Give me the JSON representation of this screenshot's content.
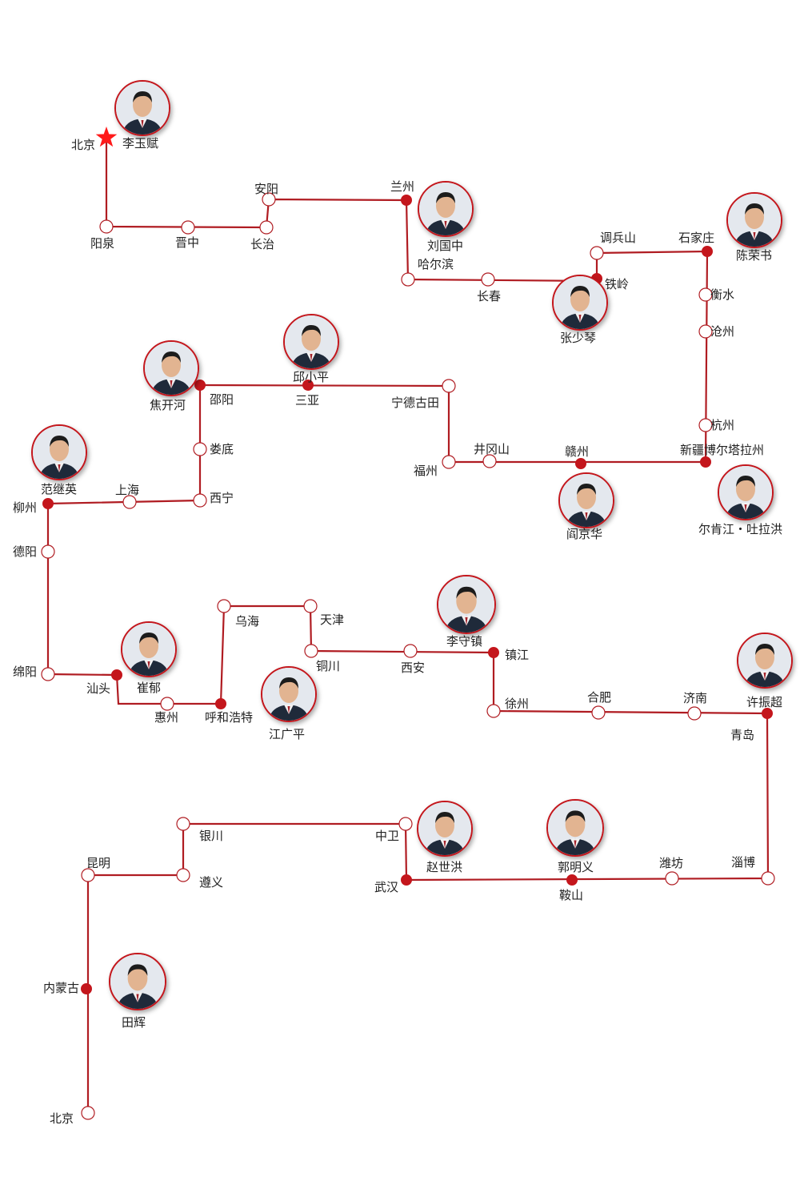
{
  "colors": {
    "route": "#b01c22",
    "major_dot": "#c4161c",
    "minor_fill": "#ffffff",
    "star": "#ff1a1a"
  },
  "start_marker": {
    "icon": "red-star-icon",
    "label": "北京"
  },
  "stations": [
    {
      "id": "beijing-start",
      "name": "北京",
      "major": true
    },
    {
      "id": "yangquan",
      "name": "阳泉",
      "major": false
    },
    {
      "id": "jinzhong",
      "name": "晋中",
      "major": false
    },
    {
      "id": "changzhi",
      "name": "长治",
      "major": false
    },
    {
      "id": "anyang",
      "name": "安阳",
      "major": false
    },
    {
      "id": "lanzhou",
      "name": "兰州",
      "major": true
    },
    {
      "id": "harbin",
      "name": "哈尔滨",
      "major": false
    },
    {
      "id": "changchun",
      "name": "长春",
      "major": false
    },
    {
      "id": "tieling",
      "name": "铁岭",
      "major": true
    },
    {
      "id": "diaobingshan",
      "name": "调兵山",
      "major": false
    },
    {
      "id": "shijiazhuang",
      "name": "石家庄",
      "major": true
    },
    {
      "id": "hengshui",
      "name": "衡水",
      "major": false
    },
    {
      "id": "cangzhou",
      "name": "沧州",
      "major": false
    },
    {
      "id": "hangzhou",
      "name": "杭州",
      "major": false
    },
    {
      "id": "xinjiang-bortala",
      "name": "新疆博尔塔拉州",
      "major": true
    },
    {
      "id": "ganzhou",
      "name": "赣州",
      "major": true
    },
    {
      "id": "jinggangshan",
      "name": "井冈山",
      "major": false
    },
    {
      "id": "fuzhou",
      "name": "福州",
      "major": false
    },
    {
      "id": "ningde-gutian",
      "name": "宁德古田",
      "major": false
    },
    {
      "id": "sanya",
      "name": "三亚",
      "major": true
    },
    {
      "id": "shaoyang",
      "name": "邵阳",
      "major": true
    },
    {
      "id": "loudi",
      "name": "娄底",
      "major": false
    },
    {
      "id": "xining",
      "name": "西宁",
      "major": false
    },
    {
      "id": "shanghai",
      "name": "上海",
      "major": false
    },
    {
      "id": "liuzhou",
      "name": "柳州",
      "major": true
    },
    {
      "id": "deyang",
      "name": "德阳",
      "major": false
    },
    {
      "id": "mianyang",
      "name": "绵阳",
      "major": false
    },
    {
      "id": "shantou",
      "name": "汕头",
      "major": true
    },
    {
      "id": "huizhou",
      "name": "惠州",
      "major": false
    },
    {
      "id": "hohhot",
      "name": "呼和浩特",
      "major": true
    },
    {
      "id": "wuhai",
      "name": "乌海",
      "major": false
    },
    {
      "id": "tianjin",
      "name": "天津",
      "major": false
    },
    {
      "id": "tongchuan",
      "name": "铜川",
      "major": false
    },
    {
      "id": "xian",
      "name": "西安",
      "major": false
    },
    {
      "id": "zhenjiang",
      "name": "镇江",
      "major": true
    },
    {
      "id": "xuzhou",
      "name": "徐州",
      "major": false
    },
    {
      "id": "hefei",
      "name": "合肥",
      "major": false
    },
    {
      "id": "jinan",
      "name": "济南",
      "major": false
    },
    {
      "id": "qingdao",
      "name": "青岛",
      "major": true
    },
    {
      "id": "zibo",
      "name": "淄博",
      "major": false
    },
    {
      "id": "weifang",
      "name": "潍坊",
      "major": false
    },
    {
      "id": "anshan",
      "name": "鞍山",
      "major": true
    },
    {
      "id": "wuhan",
      "name": "武汉",
      "major": true
    },
    {
      "id": "zhongwei",
      "name": "中卫",
      "major": false
    },
    {
      "id": "yinchuan",
      "name": "银川",
      "major": false
    },
    {
      "id": "zunyi",
      "name": "遵义",
      "major": false
    },
    {
      "id": "kunming",
      "name": "昆明",
      "major": false
    },
    {
      "id": "neimenggu",
      "name": "内蒙古",
      "major": true
    },
    {
      "id": "beijing-end",
      "name": "北京",
      "major": false
    }
  ],
  "people": [
    {
      "id": "li-yubin",
      "name": "李玉赋"
    },
    {
      "id": "liu-guozhong",
      "name": "刘国中"
    },
    {
      "id": "chen-rongshu",
      "name": "陈荣书"
    },
    {
      "id": "zhang-shaoqin",
      "name": "张少琴"
    },
    {
      "id": "qiu-xiaoping",
      "name": "邱小平"
    },
    {
      "id": "jiao-kaihe",
      "name": "焦开河"
    },
    {
      "id": "fan-jiying",
      "name": "范继英"
    },
    {
      "id": "yan-jinghua",
      "name": "阎京华"
    },
    {
      "id": "erkenjiang",
      "name": "尔肯江・吐拉洪"
    },
    {
      "id": "li-shouzhen",
      "name": "李守镇"
    },
    {
      "id": "cui-yu",
      "name": "崔郁"
    },
    {
      "id": "jiang-guangping",
      "name": "江广平"
    },
    {
      "id": "xu-zhenchao",
      "name": "许振超"
    },
    {
      "id": "zhao-shihong",
      "name": "赵世洪"
    },
    {
      "id": "guo-mingyi",
      "name": "郭明义"
    },
    {
      "id": "tian-hui",
      "name": "田辉"
    }
  ]
}
